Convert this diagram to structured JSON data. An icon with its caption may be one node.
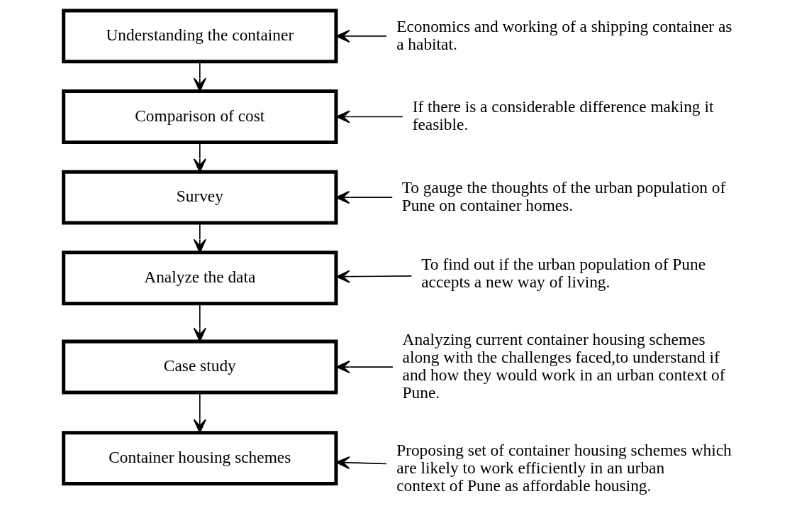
{
  "diagram": {
    "nodes": [
      {
        "text": [
          "Understanding the container"
        ]
      },
      {
        "text": [
          "Economics and working of a shipping container as a habitat."
        ]
      },
      {
        "text": [
          "Comparison of cost"
        ]
      },
      {
        "text": [
          "If there is a considerable difference making it feasible."
        ]
      },
      {
        "text": [
          "Survey"
        ]
      },
      {
        "text": [
          "To gauge the thoughts of the urban population of Pune on container homes."
        ]
      },
      {
        "text": [
          "Analyze the data"
        ]
      },
      {
        "text": [
          "To find out if the urban population of Pune accepts a new way of living."
        ]
      },
      {
        "text": [
          "Case study"
        ]
      },
      {
        "text": [
          "Analyzing current container housing schemes along with the challenges faced,to understand if and how they would work in an urban context of Pune."
        ]
      },
      {
        "text": [
          "Container housing schemes"
        ]
      },
      {
        "text": [
          "Proposing set of container housing schemes which are likely to work efficiently in an urban context of Pune as affordable housing."
        ]
      }
    ],
    "edges": [
      {
        "from": 0,
        "to": 2,
        "arrow": "to"
      },
      {
        "from": 2,
        "to": 4,
        "arrow": "to"
      },
      {
        "from": 4,
        "to": 6,
        "arrow": "to"
      },
      {
        "from": 6,
        "to": 8,
        "arrow": "to"
      },
      {
        "from": 8,
        "to": 10,
        "arrow": "to"
      },
      {
        "from": 1,
        "to": 0,
        "arrow": "to"
      },
      {
        "from": 3,
        "to": 2,
        "arrow": "to"
      },
      {
        "from": 5,
        "to": 4,
        "arrow": "to"
      },
      {
        "from": 7,
        "to": 6,
        "arrow": "to"
      },
      {
        "from": 9,
        "to": 8,
        "arrow": "to"
      },
      {
        "from": 11,
        "to": 10,
        "arrow": "to"
      }
    ]
  }
}
